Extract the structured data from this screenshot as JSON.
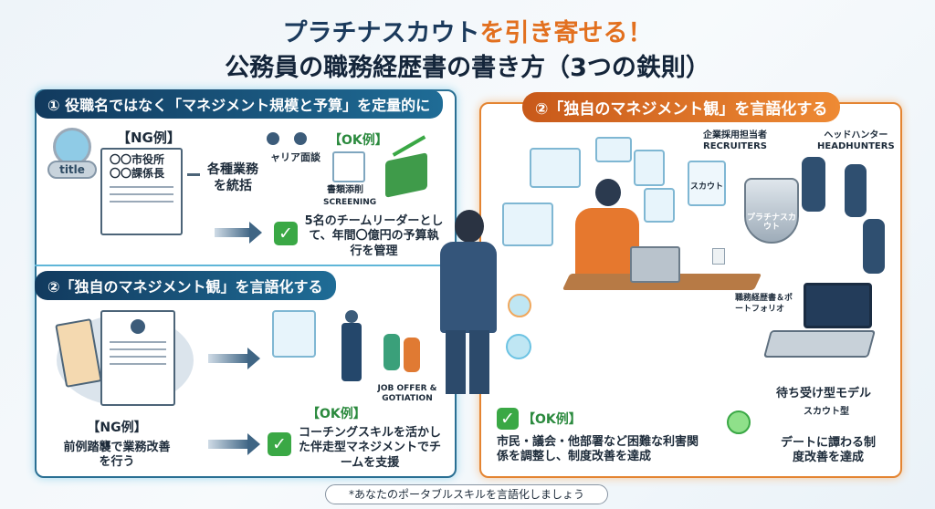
{
  "title": {
    "line1_main": "プラチナスカウト",
    "line1_accent": "を引き寄せる！",
    "line2": "公務員の職務経歴書の書き方（3つの鉄則）"
  },
  "section1": {
    "header": "① 役職名ではなく「マネジメント規模と予算」を定量的に",
    "badge_text": "title",
    "ng_label": "【NG例】",
    "ng_doc": [
      "〇〇市役所",
      "〇〇課係長"
    ],
    "ng_summary": "各種業務を統括",
    "interview_label": "ャリア面談",
    "ok_label": "【OK例】",
    "screening_jp": "書類添削",
    "screening_en": "SCREENING",
    "ok_text": "5名のチームリーダーとして、年間〇億円の予算執行を管理"
  },
  "section2_left": {
    "header": "②「独自のマネジメント観」を言語化する",
    "ng_label": "【NG例】",
    "ng_text": "前例踏襲で業務改善を行う",
    "ok_label": "【OK例】",
    "job_offer": "JOB OFFER & GOTIATION",
    "ok_text": "コーチングスキルを活かした伴走型マネジメントでチームを支援"
  },
  "section2_right": {
    "header": "②「独自のマネジメント観」を言語化する",
    "recruiters_jp": "企業採用担当者",
    "recruiters_en": "RECRUITERS",
    "headhunters_jp": "ヘッドハンター",
    "headhunters_en": "HEADHUNTERS",
    "scout": "スカウト",
    "platinum_scout": "プラチナスカウト",
    "portfolio": "職務経歴書＆ポートフォリオ",
    "waiting_model": "待ち受け型モデル",
    "scout_type": "スカウト型",
    "ok_label": "【OK例】",
    "ok_text": "市民・議会・他部署など困難な利害関係を調整し、制度改善を達成",
    "right_text": "デートに譚わる制度改善を達成"
  },
  "footer": "*あなたのポータブルスキルを言語化しましょう",
  "colors": {
    "navy": "#1b3a5c",
    "orange": "#e2701f",
    "green": "#3aa845",
    "blue_border": "#2a6f93"
  }
}
